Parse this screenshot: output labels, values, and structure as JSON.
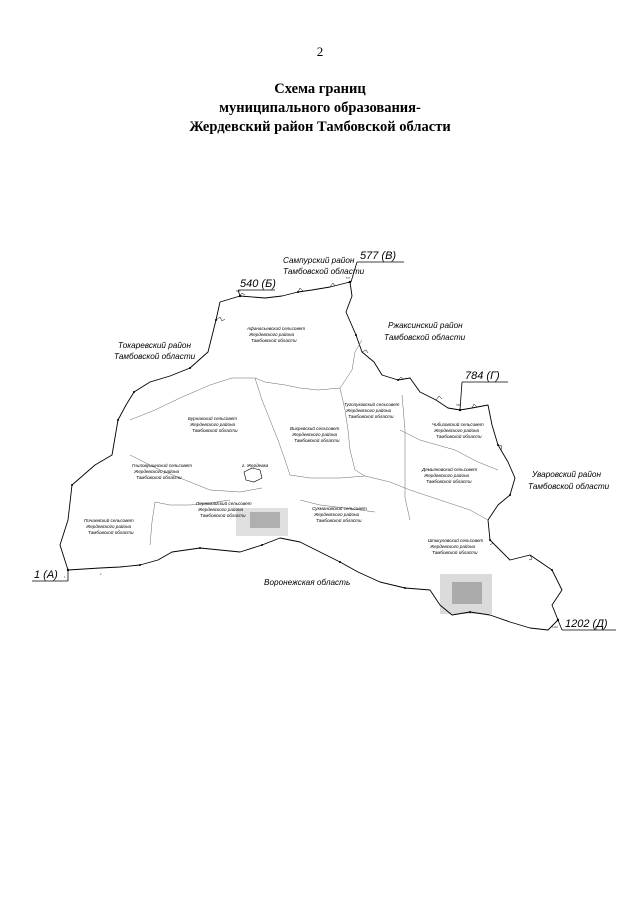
{
  "page_number": "2",
  "title": {
    "line1": "Схема границ",
    "line2": "муниципального образования-",
    "line3": "Жердевский район Тамбовской области"
  },
  "markers": {
    "m1": "1 (А)",
    "m540": "540 (Б)",
    "m577": "577 (В)",
    "m784": "784 (Г)",
    "m1202": "1202 (Д)"
  },
  "neighbors": {
    "sampur_1": "Сампурский район",
    "sampur_2": "Тамбовской области",
    "rzhaksa_1": "Ржаксинский район",
    "rzhaksa_2": "Тамбовской области",
    "tokarevka_1": "Токаревский район",
    "tokarevka_2": "Тамбовской области",
    "uvarovo_1": "Уваровский район",
    "uvarovo_2": "Тамбовской области",
    "voronezh": "Воронежская область"
  },
  "councils": {
    "afanasievsky": [
      "Афанасьевский сельсовет",
      "Жердевского района",
      "Тамбовской области"
    ],
    "tugolukovsky": [
      "Туголуковский сельсовет",
      "Жердевского района",
      "Тамбовской области"
    ],
    "burnaksky": [
      "Бурнакский сельсовет",
      "Жердевского района",
      "Тамбовской области"
    ],
    "vikhrovsky": [
      "Вихревский сельсовет",
      "Жердевского района",
      "Тамбовской области"
    ],
    "chibizovsky": [
      "Чибизовский сельсовет",
      "Жердевского района",
      "Тамбовской области"
    ],
    "gnilusha": [
      "Гниловушинский сельсовет",
      "Жердевского района",
      "Тамбовской области"
    ],
    "demyanovsky": [
      "Демьяновский сельсовет",
      "Жердевского района",
      "Тамбовской области"
    ],
    "pichaevsky": [
      "Пичаевский сельсовет",
      "Жердевского района",
      "Тамбовской области"
    ],
    "pervomaysky": [
      "Первомайский сельсовет",
      "Жердевского района",
      "Тамбовской области"
    ],
    "sukmanovsky": [
      "Сукмановский сельсовет",
      "Жердевского района",
      "Тамбовской области"
    ],
    "shpikulovsky": [
      "Шпикуловский сельсовет",
      "Жердевского района",
      "Тамбовской области"
    ]
  },
  "city": "г. Жердевка",
  "boundary_points": [
    "1",
    "540",
    "577",
    "784",
    "1202"
  ],
  "colors": {
    "ink": "#000000",
    "inner_border": "#666666",
    "paper": "#ffffff"
  }
}
